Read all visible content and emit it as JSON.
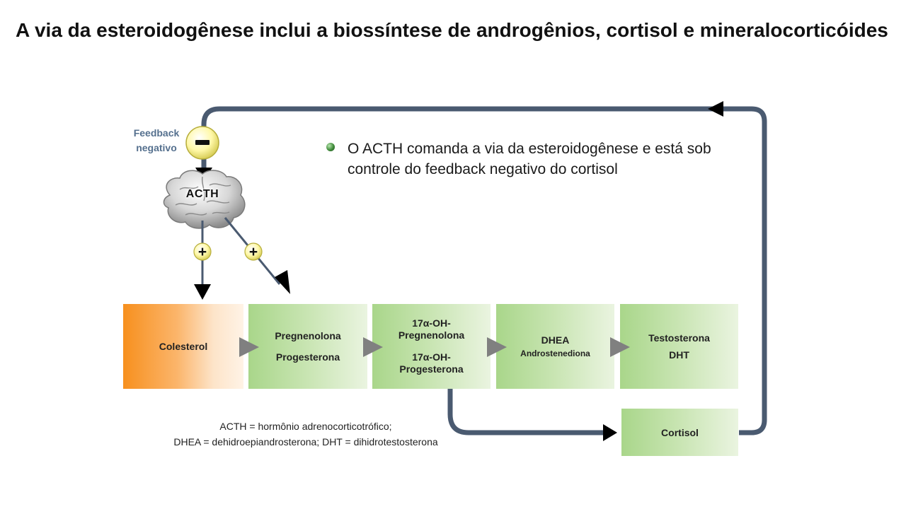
{
  "title": "A via da esteroidogênese inclui a biossíntese de androgênios, cortisol e mineralocorticóides",
  "feedback": {
    "label": "Feedback negativo",
    "sign": "–"
  },
  "brain": {
    "label": "ACTH"
  },
  "plus_signs": [
    "+",
    "+"
  ],
  "bullet": {
    "text": "O ACTH comanda a via da esteroidogênese e está sob controle do feedback negativo do cortisol"
  },
  "pathway": [
    {
      "lines": [
        "Colesterol"
      ]
    },
    {
      "lines": [
        "Pregnenolona",
        "Progesterona"
      ]
    },
    {
      "lines": [
        "17α-OH-",
        "Pregnenolona",
        "17α-OH-",
        "Progesterona"
      ]
    },
    {
      "lines": [
        "DHEA",
        "Androstenediona"
      ]
    },
    {
      "lines": [
        "Testosterona",
        "DHT"
      ]
    }
  ],
  "cortisol_box": {
    "label": "Cortisol"
  },
  "footnote": {
    "line1": "ACTH = hormônio adrenocorticotrófico;",
    "line2": "DHEA = dehidroepiandrosterona; DHT = dihidrotestosterona"
  },
  "colors": {
    "arrow_line": "#4a5a70",
    "box_green_start": "#a9d68a",
    "box_orange_start": "#f7901e",
    "badge_yellow": "#fff8a8",
    "chevron_gray": "#808080"
  }
}
